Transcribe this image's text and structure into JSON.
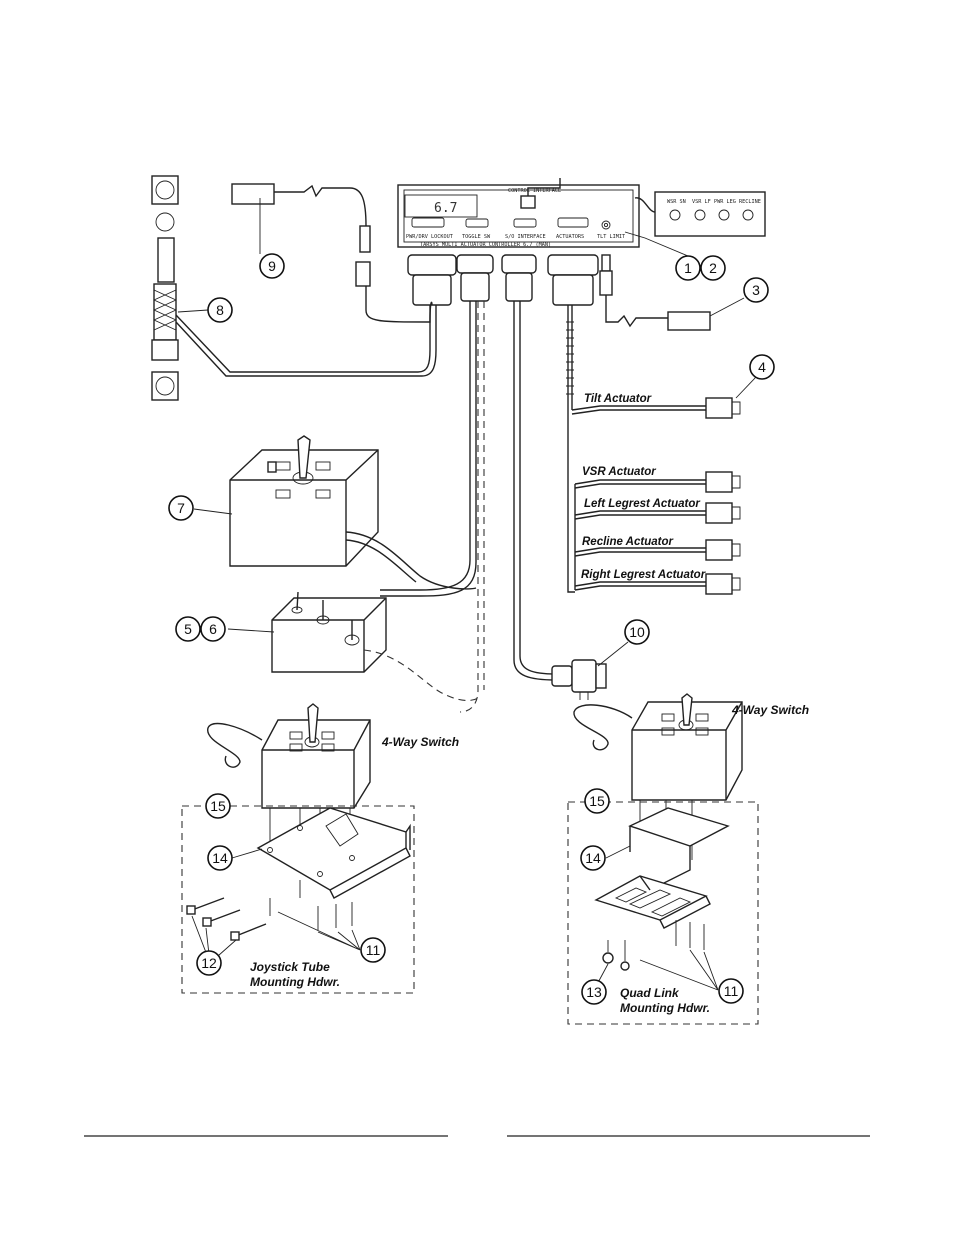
{
  "controller": {
    "display": "6.7",
    "control_interface": "CONTROL INTERFACE",
    "ports": [
      "PWR/DRV LOCKOUT",
      "TOGGLE SW",
      "S/O INTERFACE",
      "ACTUATORS",
      "TLT LIMIT"
    ],
    "footer": "TARSYS MULTI ACTUATOR CONTROLLER 6.7 (MAN)",
    "dials": [
      "WSR SN",
      "VSR LF",
      "PWR LEG",
      "RECLINE"
    ]
  },
  "callouts": [
    "1",
    "2",
    "3",
    "4",
    "5",
    "6",
    "7",
    "8",
    "9",
    "10",
    "11",
    "12",
    "13",
    "14",
    "15"
  ],
  "actuators": [
    "Tilt Actuator",
    "VSR Actuator",
    "Left Legrest Actuator",
    "Recline Actuator",
    "Right Legrest Actuator"
  ],
  "switch_label": "4-Way Switch",
  "hardware": {
    "joystick_line1": "Joystick Tube",
    "joystick_line2": "Mounting Hdwr.",
    "quad_line1": "Quad Link",
    "quad_line2": "Mounting Hdwr."
  }
}
